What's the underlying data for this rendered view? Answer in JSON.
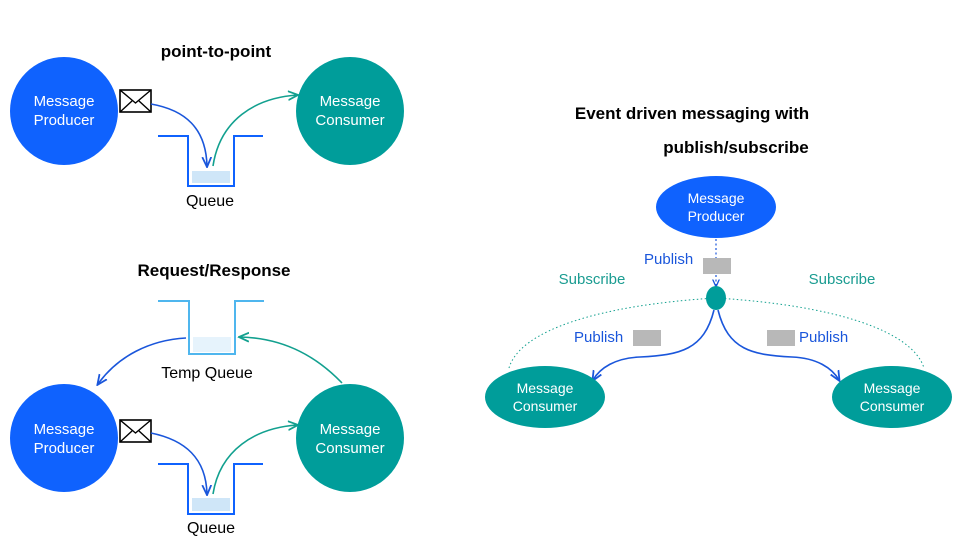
{
  "colors": {
    "producer_blue": "#0f62fe",
    "consumer_teal": "#009d9a",
    "queue_outline": "#0f62fe",
    "temp_queue_outline": "#4fb6ee",
    "queue_fill": "#cfe6f8",
    "arrow_blue": "#1a56db",
    "arrow_teal": "#12a08f",
    "label_blue": "#1a56db",
    "label_teal": "#1a9c91",
    "message_box": "#b8b8b8"
  },
  "point_to_point": {
    "title": "point-to-point",
    "producer_line1": "Message",
    "producer_line2": "Producer",
    "consumer_line1": "Message",
    "consumer_line2": "Consumer",
    "queue_label": "Queue"
  },
  "request_response": {
    "title": "Request/Response",
    "temp_queue_label": "Temp Queue",
    "producer_line1": "Message",
    "producer_line2": "Producer",
    "consumer_line1": "Message",
    "consumer_line2": "Consumer",
    "queue_label": "Queue"
  },
  "pubsub": {
    "title_line1": "Event driven messaging with",
    "title_line2": "publish/subscribe",
    "producer_line1": "Message",
    "producer_line2": "Producer",
    "publish_top": "Publish",
    "subscribe_left": "Subscribe",
    "subscribe_right": "Subscribe",
    "publish_left": "Publish",
    "publish_right": "Publish",
    "consumer_left_line1": "Message",
    "consumer_left_line2": "Consumer",
    "consumer_right_line1": "Message",
    "consumer_right_line2": "Consumer"
  }
}
